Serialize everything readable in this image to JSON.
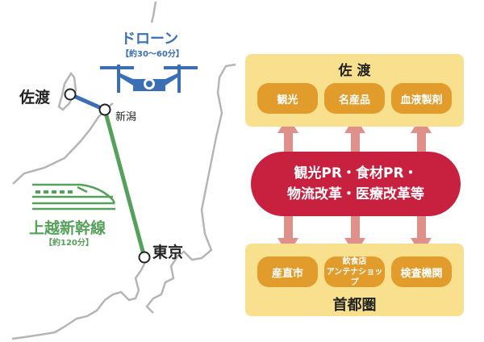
{
  "map": {
    "drone_title": "ドローン",
    "drone_time": "【約30〜60分】",
    "train_title": "上越新幹線",
    "train_time": "【約120分】",
    "places": {
      "sado": "佐渡",
      "niigata": "新潟",
      "tokyo": "東京"
    },
    "colors": {
      "drone": "#3a6fb5",
      "train": "#55a05a",
      "coast": "#b0b0b0"
    }
  },
  "diagram": {
    "top_title": "佐 渡",
    "top_items": [
      "観光",
      "名産品",
      "血液製剤"
    ],
    "center_line1": "観光PR・食材PR・",
    "center_line2": "物流改革・医療改革等",
    "bottom_title": "首都圏",
    "bottom_items": [
      "産直市",
      "飲食店",
      "アンテナショップ",
      "検査機関"
    ],
    "colors": {
      "panel": "#f8e08e",
      "box": "#e19c2b",
      "center": "#c8203f",
      "arrow": "#e0908a"
    }
  }
}
